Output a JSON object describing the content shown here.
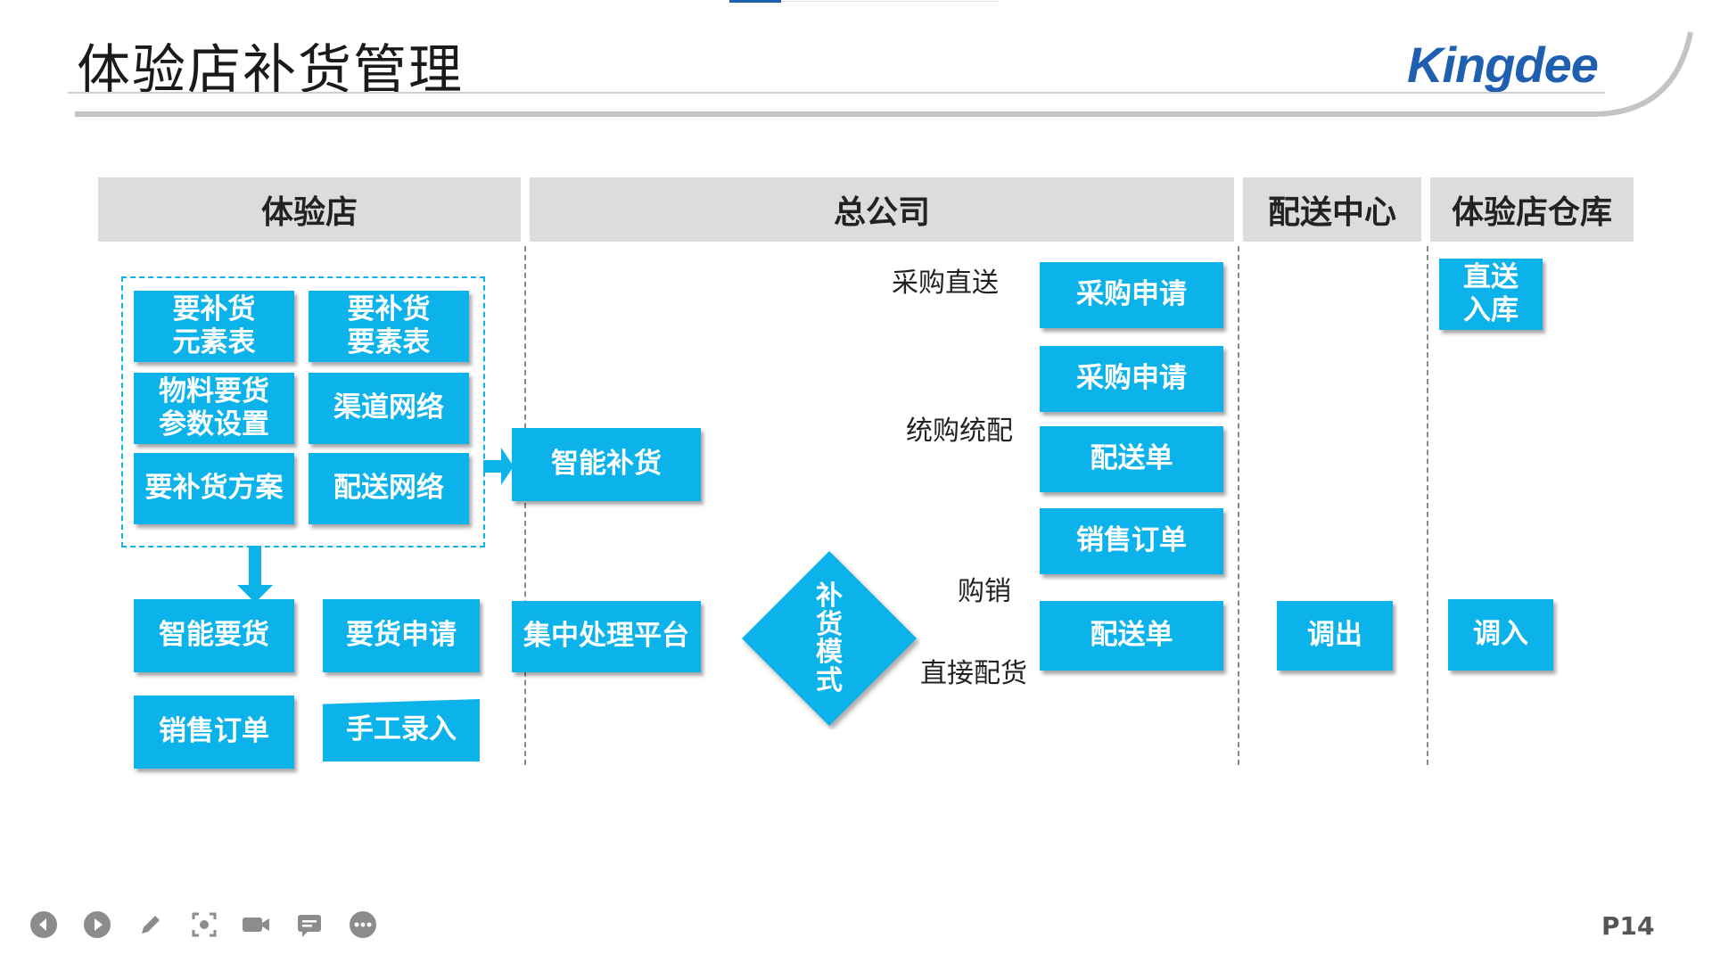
{
  "title": "体验店补货管理",
  "logo": "Kingdee",
  "headers": [
    "体验店",
    "总公司",
    "配送中心",
    "体验店仓库"
  ],
  "store": {
    "grid": [
      "要补货\n元素表",
      "要补货\n要素表",
      "物料要货\n参数设置",
      "渠道网络",
      "要补货方案",
      "配送网络"
    ],
    "smart_request": "智能要货",
    "request_apply": "要货申请",
    "sales_order": "销售订单",
    "manual_entry": "手工录入"
  },
  "hq": {
    "smart_replenish": "智能补货",
    "central_platform": "集中处理平台",
    "mode": "补\n货\n模\n式",
    "labels": [
      "采购直送",
      "统购统配",
      "购销",
      "直接配货"
    ],
    "boxes": [
      "采购申请",
      "采购申请",
      "配送单",
      "销售订单",
      "配送单"
    ]
  },
  "dc": {
    "transfer_out": "调出"
  },
  "warehouse": {
    "direct_in": "直送\n入库",
    "transfer_in": "调入"
  },
  "controls": [
    "prev-icon",
    "play-icon",
    "pen-icon",
    "screenshot-icon",
    "camera-icon",
    "comment-icon",
    "more-icon"
  ],
  "page_number": "P14",
  "colors": {
    "box": "#0bb3ea",
    "header": "#dcdcdc",
    "brand": "#1f5fb0"
  }
}
